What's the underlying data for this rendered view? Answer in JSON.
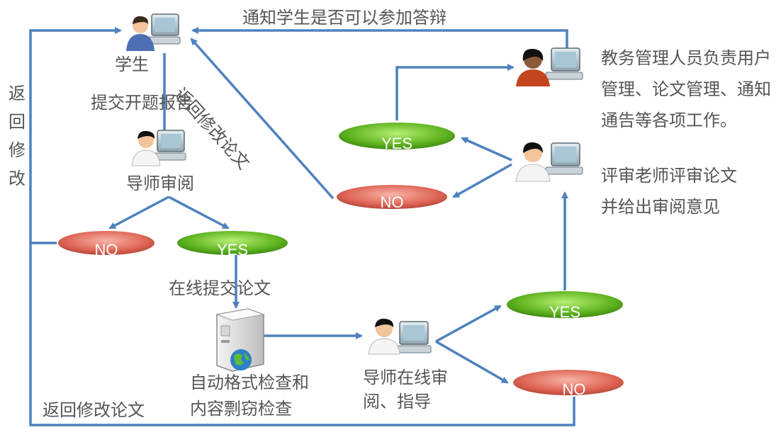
{
  "top_notice": "通知学生是否可以参加答辩",
  "student_label": "学生",
  "submit_proposal": "提交开题报告",
  "advisor_review": "导师审阅",
  "left_return": "返回修改",
  "diag_return": "返回修改论文",
  "online_submit": "在线提交论文",
  "auto_check": "自动格式检查和内容剽窃检查",
  "advisor_online": "导师在线审阅、指导",
  "bottom_return": "返回修改论文",
  "admin_desc": "教务管理人员负责用户管理、论文管理、通知通告等各项工作。",
  "reviewer_desc": "评审老师评审论文并给出审阅意见",
  "yes": "YES",
  "no": "NO",
  "colors": {
    "arrow": "#4f81bd",
    "yes_green": "#6cc12a",
    "no_red": "#e36d5e",
    "text": "#555555"
  }
}
